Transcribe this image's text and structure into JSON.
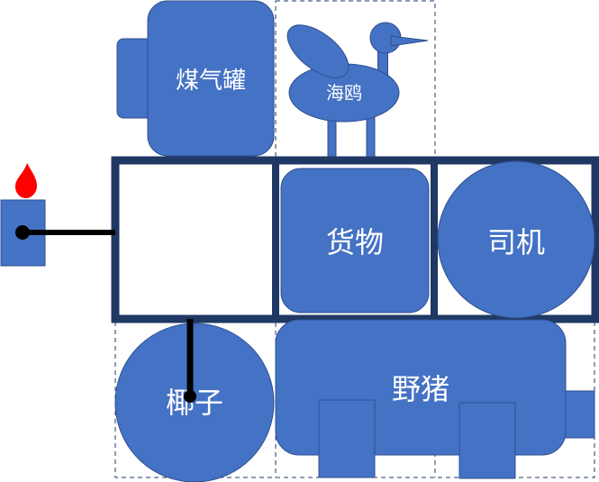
{
  "labels": {
    "gas_tank": "煤气罐",
    "seagull": "海鸥",
    "cargo": "货物",
    "driver": "司机",
    "coconut": "椰子",
    "boar": "野猪"
  },
  "colors": {
    "shape_fill": "#4472c4",
    "shape_stroke": "#2f4f8f",
    "frame": "#1f3864",
    "handle": "#000000",
    "flame": "#ff0000",
    "dashed": "#1f3864",
    "text": "#ffffff"
  }
}
